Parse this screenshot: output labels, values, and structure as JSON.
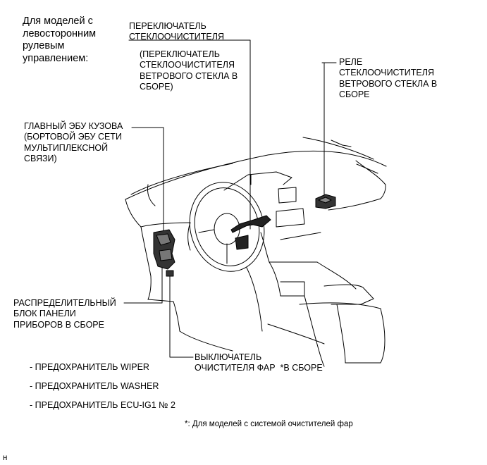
{
  "labels": {
    "models_note": "Для моделей с\nлевосторонним\nрулевым\nуправлением:",
    "wiper_switch_title": "ПЕРЕКЛЮЧАТЕЛЬ\nСТЕКЛООЧИСТИТЕЛЯ",
    "wiper_switch_sub": "(ПЕРЕКЛЮЧАТЕЛЬ\nСТЕКЛООЧИСТИТЕЛЯ\nВЕТРОВОГО СТЕКЛА В\nСБОРЕ)",
    "wiper_relay": "РЕЛЕ\nСТЕКЛООЧИСТИТЕЛЯ\nВЕТРОВОГО СТЕКЛА В\nСБОРЕ",
    "main_ecu": "ГЛАВНЫЙ ЭБУ КУЗОВА\n(БОРТОВОЙ ЭБУ СЕТИ\nМУЛЬТИПЛЕКСНОЙ\nСВЯЗИ)",
    "junction_block": "РАСПРЕДЕЛИТЕЛЬНЫЙ\nБЛОК ПАНЕЛИ\nПРИБОРОВ В СБОРЕ",
    "headlamp_cleaner_switch": "ВЫКЛЮЧАТЕЛЬ\nОЧИСТИТЕЛЯ ФАР  *В СБОРЕ",
    "fuse_wiper": "- ПРЕДОХРАНИТЕЛЬ WIPER",
    "fuse_washer": "- ПРЕДОХРАНИТЕЛЬ WASHER",
    "fuse_ecu": "- ПРЕДОХРАНИТЕЛЬ ECU-IG1 № 2",
    "footnote": "*: Для моделей с системой очистителей фар",
    "corner_mark": "н"
  }
}
